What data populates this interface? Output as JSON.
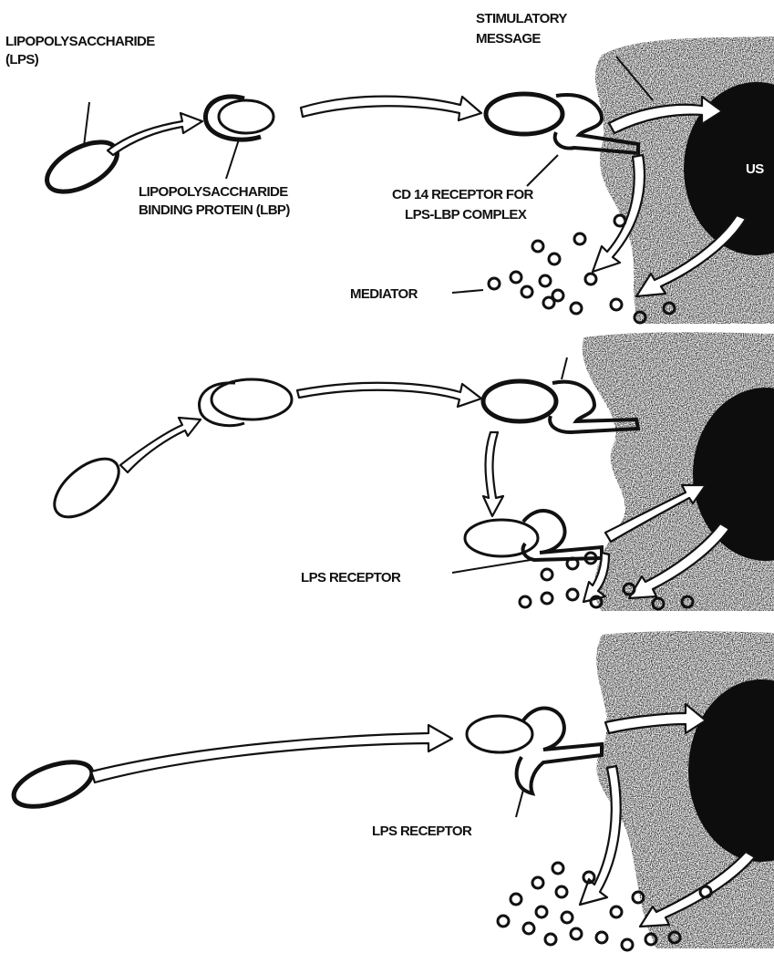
{
  "labels": {
    "lps": "LIPOPOLYSACCHARIDE",
    "lps_abbrev": "(LPS)",
    "lbp_line1": "LIPOPOLYSACCHARIDE",
    "lbp_line2": "BINDING PROTEIN (LBP)",
    "stimulatory_line1": "STIMULATORY",
    "stimulatory_line2": "MESSAGE",
    "cd14_line1": "CD 14 RECEPTOR FOR",
    "cd14_line2": "LPS-LBP COMPLEX",
    "nucleus_fragment": "US",
    "mediator": "MEDIATOR",
    "lps_receptor_panel2": "LPS RECEPTOR",
    "lps_receptor_panel3": "LPS RECEPTOR"
  },
  "colors": {
    "ink": "#111111",
    "cell": "#1a1a1a",
    "paper": "#ffffff"
  }
}
